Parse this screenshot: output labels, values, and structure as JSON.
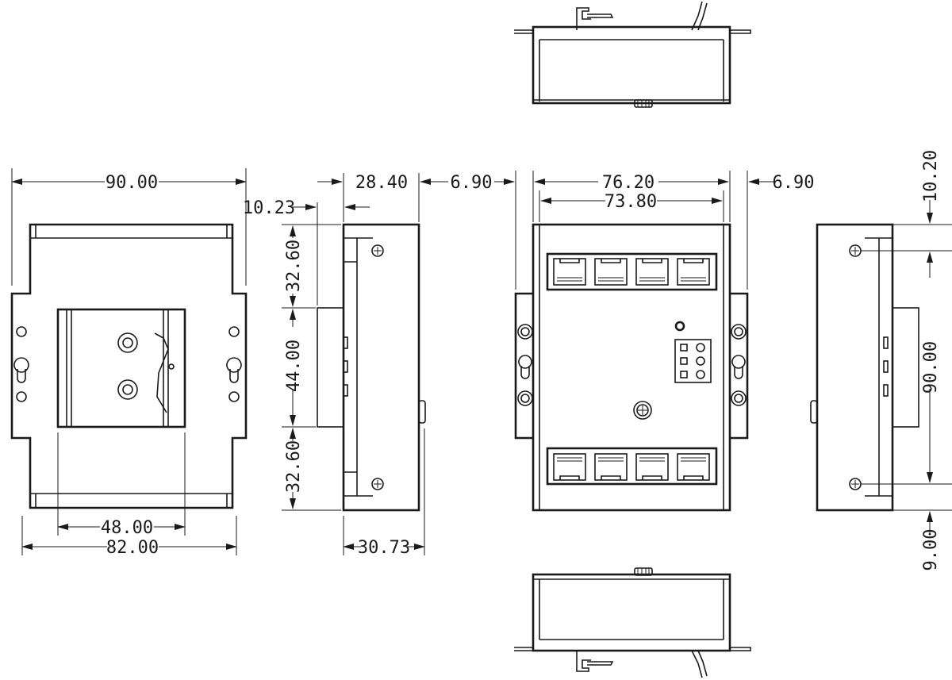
{
  "dimensions": {
    "back_total_width": "90.00",
    "back_rail_width": "48.00",
    "back_base_width": "82.00",
    "side_top_offset": "10.23",
    "side_depth_top": "28.40",
    "side_upper": "32.60",
    "side_middle": "44.00",
    "side_lower": "32.60",
    "side_depth_bottom": "30.73",
    "front_left_flange": "6.90",
    "front_outer_width": "76.20",
    "front_inner_width": "73.80",
    "front_right_flange": "6.90",
    "right_top_offset": "10.20",
    "right_hole_spacing": "90.00",
    "right_bottom_offset": "9.00"
  },
  "icons": {
    "rj45": "rj45-port-icon",
    "screw": "screw-icon",
    "led": "led-icon",
    "mount": "keyhole-mount-icon"
  },
  "colors": {
    "line": "#1a1a1a",
    "background": "#ffffff"
  }
}
